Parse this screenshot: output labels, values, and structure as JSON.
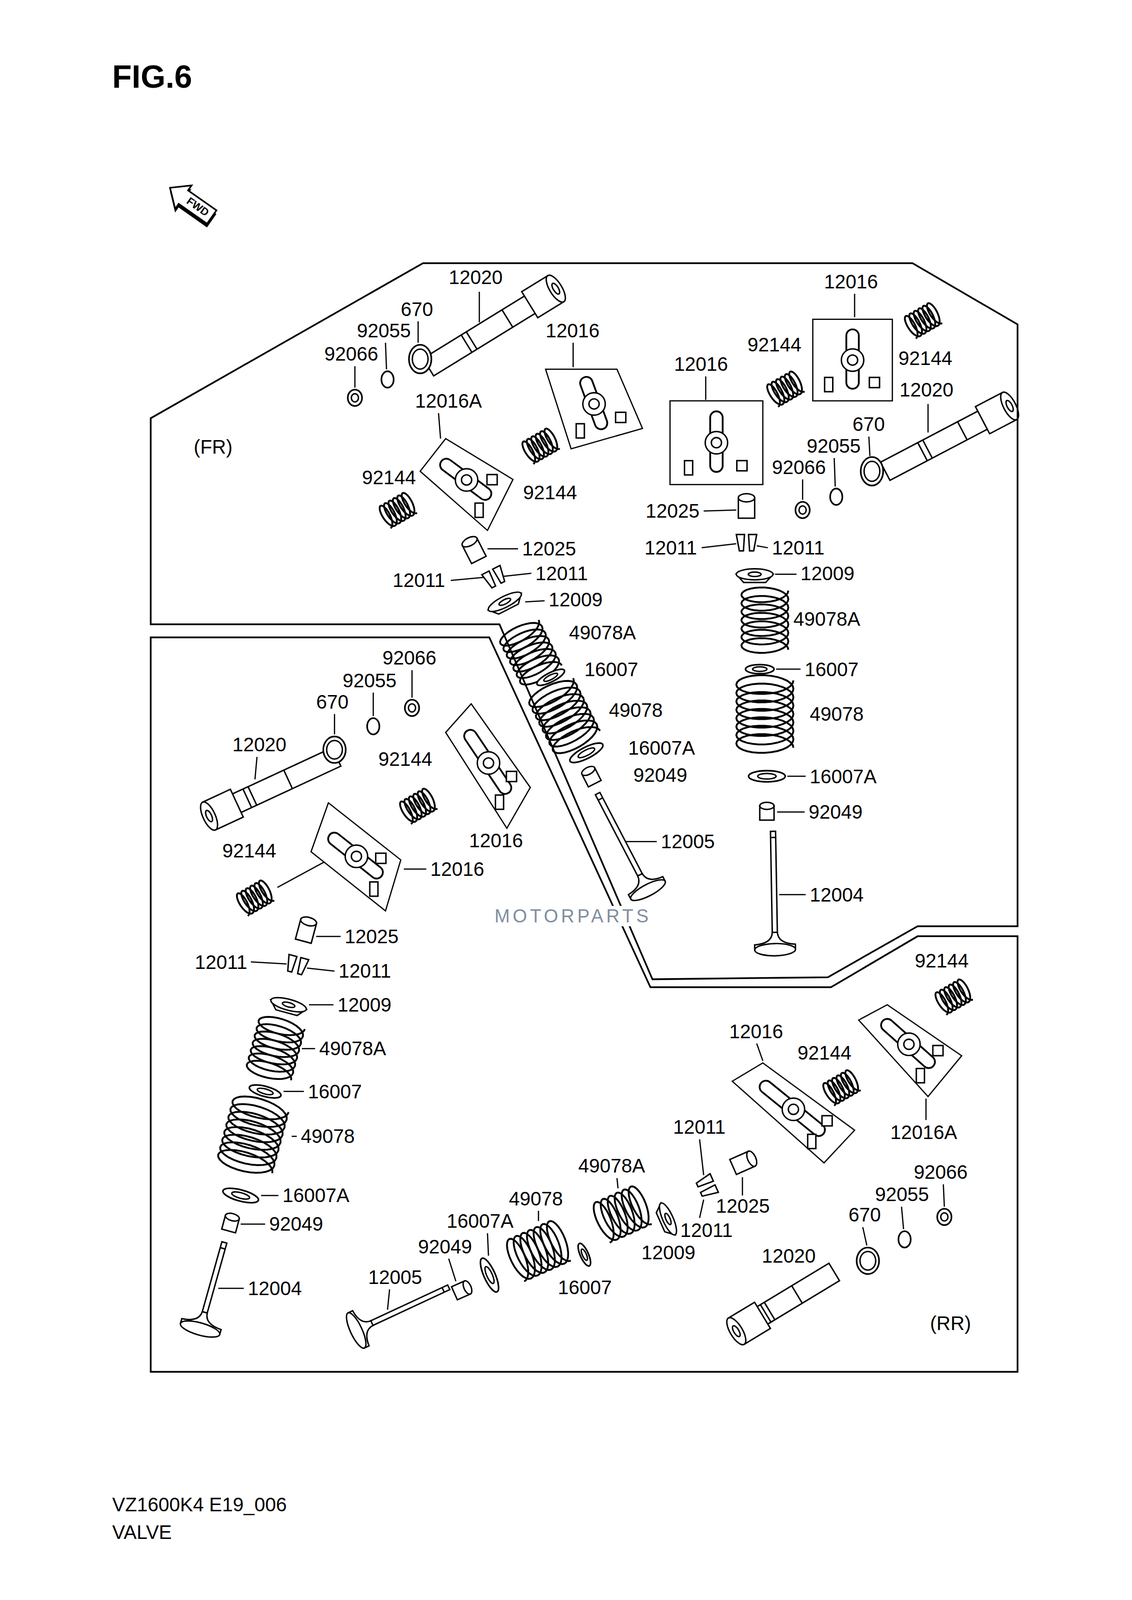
{
  "diagram": {
    "title": "FIG.6",
    "nodes": [
      {
        "text": [
          "(FR)"
        ]
      },
      {
        "text": [
          "(RR)"
        ]
      }
    ],
    "labels": [
      "FWD",
      "12020",
      "670",
      "92055",
      "92066",
      "12016",
      "12016A",
      "92144",
      "92144",
      "12025",
      "12011",
      "12011",
      "12009",
      "49078A",
      "16007",
      "49078",
      "16007A",
      "92049",
      "12005",
      "12016",
      "92144",
      "92144",
      "12016",
      "12020",
      "670",
      "92055",
      "92066",
      "12025",
      "12011",
      "12011",
      "12009",
      "49078A",
      "16007",
      "49078",
      "16007A",
      "92049",
      "12004",
      "92066",
      "92055",
      "670",
      "12020",
      "92144",
      "12016",
      "12016",
      "92144",
      "12025",
      "12011",
      "12011",
      "12009",
      "49078A",
      "16007",
      "49078",
      "16007A",
      "92049",
      "12004",
      "92144",
      "12016",
      "92144",
      "12016A",
      "12011",
      "49078A",
      "49078",
      "16007A",
      "92049",
      "12025",
      "12011",
      "12009",
      "16007",
      "92066",
      "92055",
      "670",
      "12020",
      "12005",
      "MOTORPARTS",
      "VZ1600K4 E19_006",
      "VALVE"
    ]
  }
}
